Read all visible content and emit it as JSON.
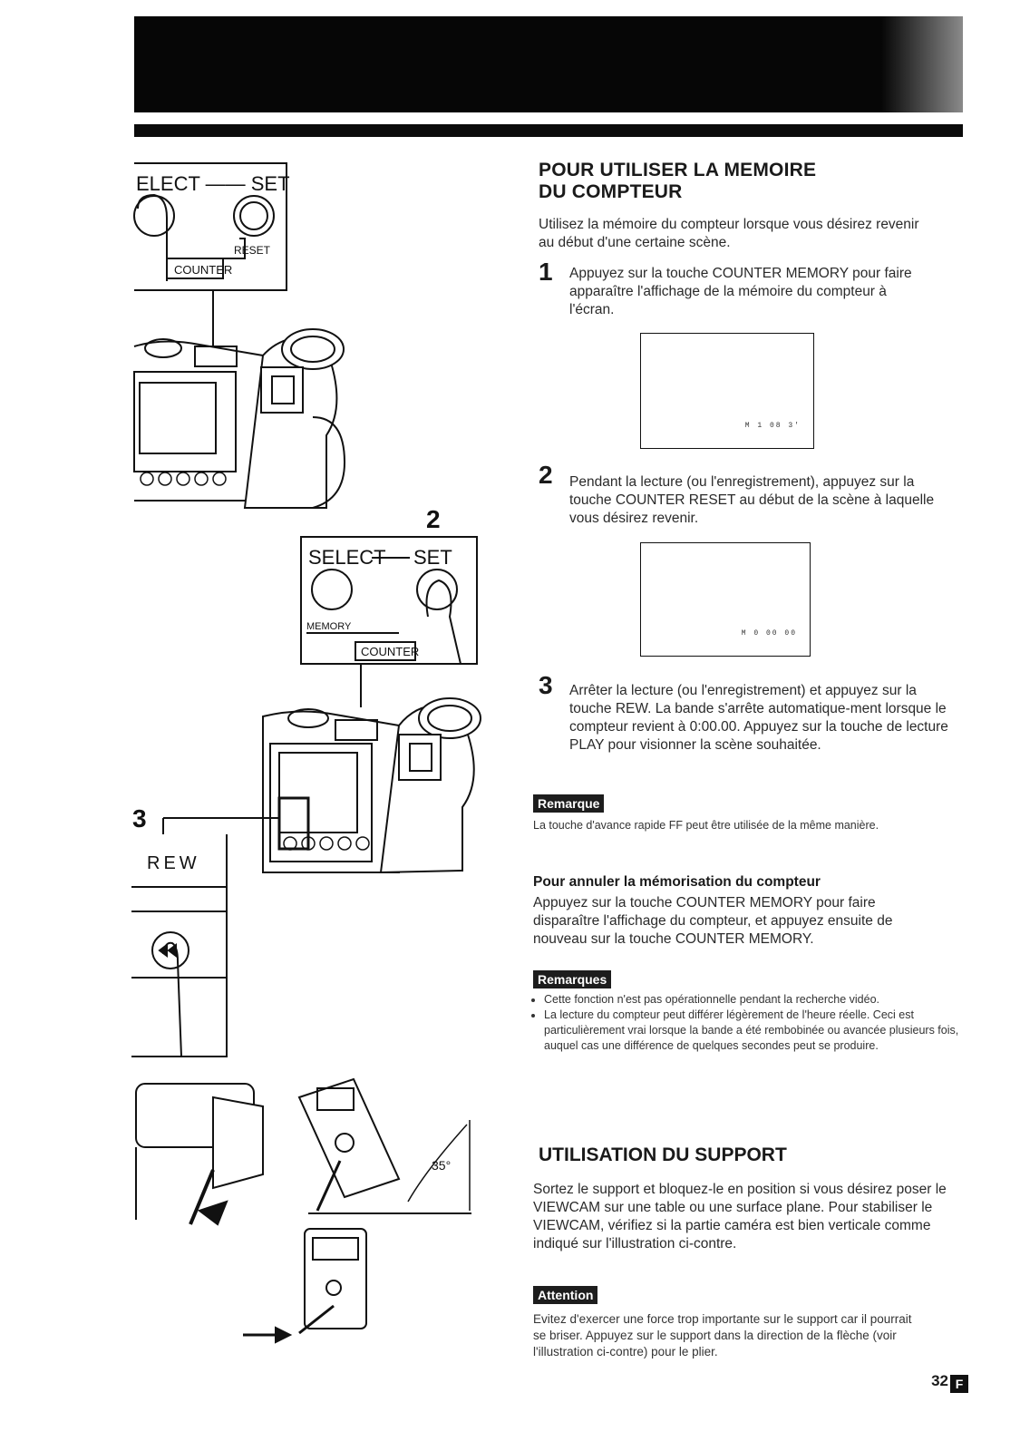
{
  "illustrations": {
    "panel_top": {
      "select_set": "ELECT —— SET",
      "reset": "RESET",
      "counter": "COUNTER"
    },
    "panel_middle": {
      "select": "SELECT",
      "set": "SET",
      "memory": "MEMORY",
      "counter": "COUNTER"
    },
    "label_step2": "2",
    "label_step3": "3",
    "rew_label": "REW",
    "angle": "35°"
  },
  "section1": {
    "title_line1": "POUR UTILISER LA MEMOIRE",
    "title_line2": "DU COMPTEUR",
    "intro": "Utilisez la mémoire du compteur lorsque vous désirez revenir au début d'une certaine scène.",
    "steps": [
      {
        "num": "1",
        "text": "Appuyez sur la touche COUNTER MEMORY pour faire apparaître l'affichage de la mémoire du compteur à l'écran.",
        "screen": "M 1 08 3'"
      },
      {
        "num": "2",
        "text": "Pendant la lecture (ou l'enregistrement), appuyez sur la touche COUNTER RESET au début de la scène à laquelle vous désirez revenir.",
        "screen": "M 0 00 00"
      },
      {
        "num": "3",
        "text": "Arrêter la lecture (ou l'enregistrement) et appuyez sur la touche REW. La bande s'arrête automatique-ment lorsque le compteur revient à 0:00.00. Appuyez sur la touche de lecture PLAY pour visionner la scène souhaitée."
      }
    ],
    "remark_label": "Remarque",
    "remark_text": "La touche d'avance rapide FF peut être utilisée de la même manière.",
    "cancel_heading": "Pour annuler la mémorisation du compteur",
    "cancel_text": "Appuyez sur la touche COUNTER MEMORY pour faire disparaître l'affichage du compteur, et appuyez ensuite de nouveau sur la touche COUNTER MEMORY.",
    "remarks_label": "Remarques",
    "remarks": [
      "Cette fonction n'est pas opérationnelle pendant la recherche vidéo.",
      "La lecture du compteur peut différer légèrement de l'heure réelle. Ceci est particulièrement vrai lorsque la bande a été rembobinée ou avancée plusieurs fois, auquel cas une différence de quelques secondes peut se produire."
    ]
  },
  "section2": {
    "title": "UTILISATION DU SUPPORT",
    "text": "Sortez le support et bloquez-le en position si vous désirez poser le VIEWCAM sur une table ou une surface plane. Pour stabiliser le VIEWCAM, vérifiez si la partie caméra est bien verticale comme indiqué sur l'illustration ci-contre.",
    "attention_label": "Attention",
    "attention_text": "Evitez d'exercer une force trop importante sur le support car il pourrait se briser. Appuyez sur le support dans la direction de la flèche (voir l'illustration ci-contre) pour le plier."
  },
  "page": {
    "number": "32",
    "lang_badge": "F"
  }
}
